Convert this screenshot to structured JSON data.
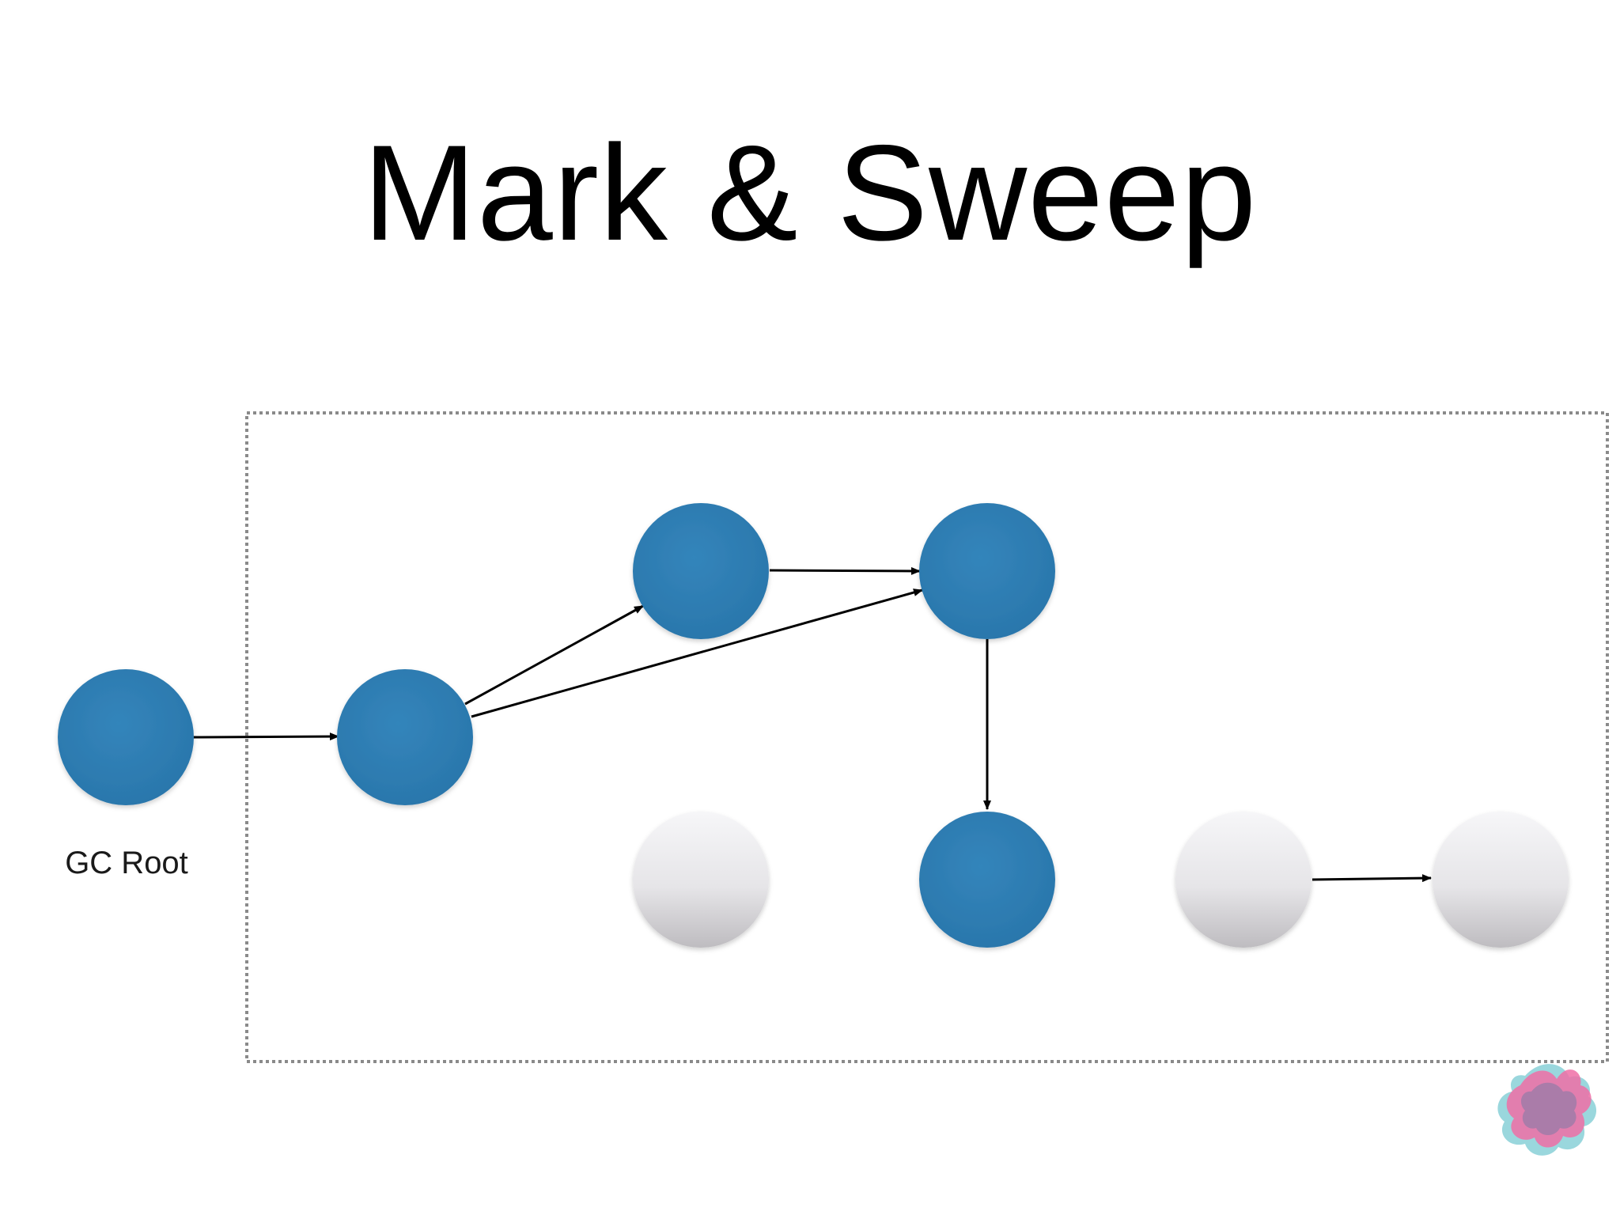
{
  "title": "Mark & Sweep",
  "root_label": "GC Root",
  "colors": {
    "marked": "#2e7db4",
    "unmarked_top": "#f4f4f6",
    "unmarked_bottom": "#c2c0c4",
    "edge": "#000000",
    "boundary": "#8a8a8a",
    "logo_pink": "#ef6fa6",
    "logo_teal": "#8fd3d9",
    "logo_purple": "#a77ca9"
  },
  "icons": {
    "logo": "star-blob-logo"
  }
}
